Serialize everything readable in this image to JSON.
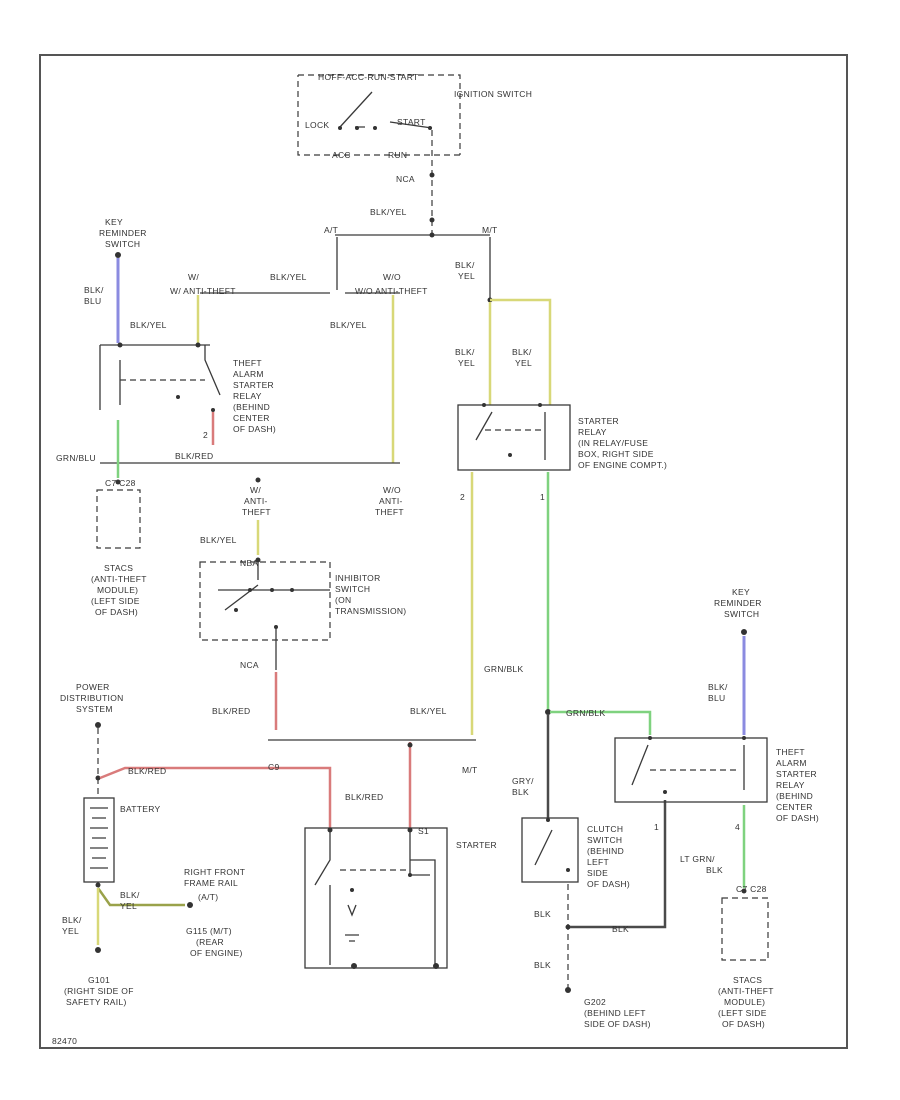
{
  "colors": {
    "yellow": "#d8d878",
    "red": "#d97b7b",
    "green": "#7fd27f",
    "blue": "#8b8be0",
    "gray": "#4a4a4a",
    "ygreen": "#9aa24a"
  },
  "ignition": {
    "positions": "HOFF-ACC-RUN-START",
    "label": "IGNITION SWITCH",
    "lock": "LOCK",
    "start": "START",
    "acc": "ACC",
    "run": "RUN",
    "connector": "NCA",
    "wire": "BLK/YEL"
  },
  "branch": {
    "at": "A/T",
    "mt": "M/T"
  },
  "theft_relay_1": {
    "in1": "W/ ANTI-THEFT",
    "wire_mid": "BLK/YEL",
    "in2": "W/O ANTI-THEFT",
    "wire_left": "BLK/YEL",
    "wire_right": "BLK/YEL",
    "label": [
      "THEFT",
      "ALARM",
      "STARTER",
      "RELAY",
      "(BEHIND",
      "CENTER",
      "OF DASH)"
    ],
    "pin": "2",
    "wire_out": "BLK/RED",
    "wire_green": "GRN/BLU",
    "out1": [
      "W/",
      "ANTI-",
      "THEFT"
    ],
    "out2": [
      "W/O",
      "ANTI-",
      "THEFT"
    ]
  },
  "key_reminder_1": {
    "label": [
      "KEY",
      "REMINDER",
      "SWITCH"
    ],
    "wire": [
      "BLK/",
      "BLU"
    ]
  },
  "stacs_1": {
    "connector": "C7  C28",
    "label": [
      "STACS",
      "(ANTI-THEFT",
      "MODULE)",
      "(LEFT SIDE",
      "OF DASH)"
    ]
  },
  "inhibitor": {
    "connector_top": "NBA",
    "wire_top": "BLK/YEL",
    "label": [
      "INHIBITOR",
      "SWITCH",
      "(ON",
      "TRANSMISSION)"
    ],
    "connector_bottom": "NCA",
    "wire_bottom": "BLK/RED"
  },
  "starter_relay": {
    "wire_a": [
      "BLK/",
      "YEL"
    ],
    "wire_b": [
      "BLK/",
      "YEL"
    ],
    "wire_c": [
      "BLK/",
      "YEL"
    ],
    "label": [
      "STARTER",
      "RELAY",
      "(IN RELAY/FUSE",
      "BOX, RIGHT SIDE",
      "OF ENGINE COMPT.)"
    ],
    "pin_left": "2",
    "pin_right": "1",
    "wire_green": "GRN/BLK",
    "wire_yel": "BLK/YEL"
  },
  "power_dist": {
    "label": [
      "POWER",
      "DISTRIBUTION",
      "SYSTEM"
    ],
    "wire": "BLK/RED",
    "connector": "C9"
  },
  "battery": {
    "label": "BATTERY",
    "wire": [
      "BLK/",
      "YEL"
    ],
    "wire_bottom": [
      "BLK/",
      "YEL"
    ]
  },
  "ground_frame": {
    "label": [
      "RIGHT FRONT",
      "FRAME RAIL",
      "(A/T)"
    ],
    "label2": [
      "G115 (M/T)",
      "(REAR",
      "OF ENGINE)"
    ]
  },
  "ground_safety": {
    "label": [
      "G101",
      "(RIGHT SIDE OF",
      "SAFETY RAIL)"
    ]
  },
  "starter": {
    "wire": "BLK/RED",
    "label": "STARTER",
    "connector": "S1",
    "mt": "M/T"
  },
  "clutch": {
    "wire_in": "GRN/BLK",
    "wire": [
      "GRY/",
      "BLK"
    ],
    "label": [
      "CLUTCH",
      "SWITCH",
      "(BEHIND",
      "LEFT",
      "SIDE",
      "OF DASH)"
    ],
    "wire_blk1": "BLK",
    "wire_blk2": "BLK",
    "wire_blk3": "BLK"
  },
  "ground_dash": {
    "label": [
      "G202",
      "(BEHIND LEFT",
      "SIDE OF DASH)"
    ]
  },
  "key_reminder_2": {
    "label": [
      "KEY",
      "REMINDER",
      "SWITCH"
    ],
    "wire": [
      "BLK/",
      "BLU"
    ]
  },
  "theft_relay_2": {
    "label": [
      "THEFT",
      "ALARM",
      "STARTER",
      "RELAY",
      "(BEHIND",
      "CENTER",
      "OF DASH)"
    ],
    "pin_a": "1",
    "pin_b": "4",
    "wire": [
      "LT GRN/",
      "BLK"
    ]
  },
  "stacs_2": {
    "connector": "C7  C28",
    "label": [
      "STACS",
      "(ANTI-THEFT",
      "MODULE)",
      "(LEFT SIDE",
      "OF DASH)"
    ]
  },
  "footer": "82470"
}
